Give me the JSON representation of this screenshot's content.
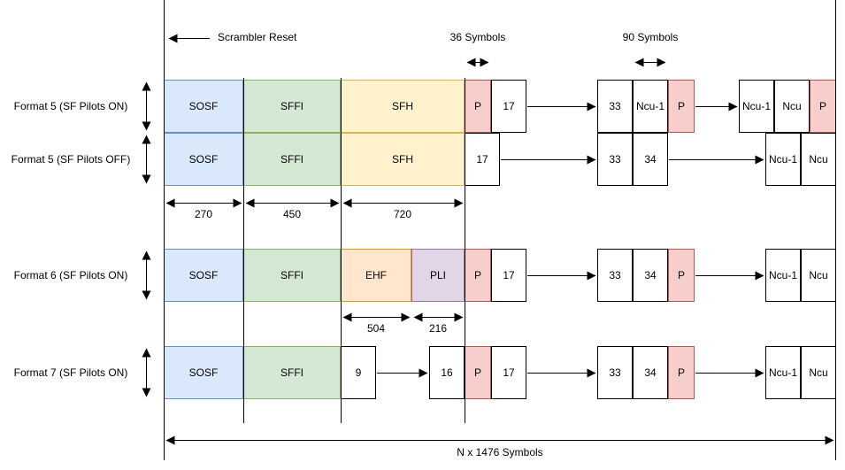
{
  "palette": {
    "blue_fill": "#dae8fc",
    "blue_stroke": "#6c8ebf",
    "green_fill": "#d5e8d4",
    "green_stroke": "#82b366",
    "yellow_fill": "#fff2cc",
    "yellow_stroke": "#d6b656",
    "orange_fill": "#ffe6cc",
    "orange_stroke": "#d79b00",
    "purple_fill": "#e1d5e7",
    "purple_stroke": "#9673a6",
    "red_fill": "#f8cecc",
    "red_stroke": "#b85450",
    "line": "#000000"
  },
  "annotations": {
    "scrambler_reset": "Scrambler Reset",
    "symbols_36": "36 Symbols",
    "symbols_90": "90 Symbols",
    "total_symbols": "N x 1476 Symbols"
  },
  "dimensions": {
    "sosf": "270",
    "sffi": "450",
    "sfh": "720",
    "ehf": "504",
    "pli": "216"
  },
  "rows": [
    {
      "label": "Format 5 (SF Pilots ON)",
      "blocks": {
        "sosf": "SOSF",
        "sffi": "SFFI",
        "sfh": "SFH",
        "p_a": "P",
        "n17": "17",
        "n33": "33",
        "ncu1_a": "Ncu-1",
        "p_b": "P",
        "ncu1_b": "Ncu-1",
        "ncu": "Ncu",
        "p_c": "P"
      }
    },
    {
      "label": "Format 5 (SF Pilots OFF)",
      "blocks": {
        "sosf": "SOSF",
        "sffi": "SFFI",
        "sfh": "SFH",
        "n17": "17",
        "n33": "33",
        "n34": "34",
        "ncu1": "Ncu-1",
        "ncu": "Ncu"
      }
    },
    {
      "label": "Format 6 (SF Pilots ON)",
      "blocks": {
        "sosf": "SOSF",
        "sffi": "SFFI",
        "ehf": "EHF",
        "pli": "PLI",
        "p_a": "P",
        "n17": "17",
        "n33": "33",
        "n34": "34",
        "p_b": "P",
        "ncu1": "Ncu-1",
        "ncu": "Ncu"
      }
    },
    {
      "label": "Format 7 (SF Pilots ON)",
      "blocks": {
        "sosf": "SOSF",
        "sffi": "SFFI",
        "n9": "9",
        "n16": "16",
        "p_a": "P",
        "n17": "17",
        "n33": "33",
        "n34": "34",
        "p_b": "P",
        "ncu1": "Ncu-1",
        "ncu": "Ncu"
      }
    }
  ]
}
